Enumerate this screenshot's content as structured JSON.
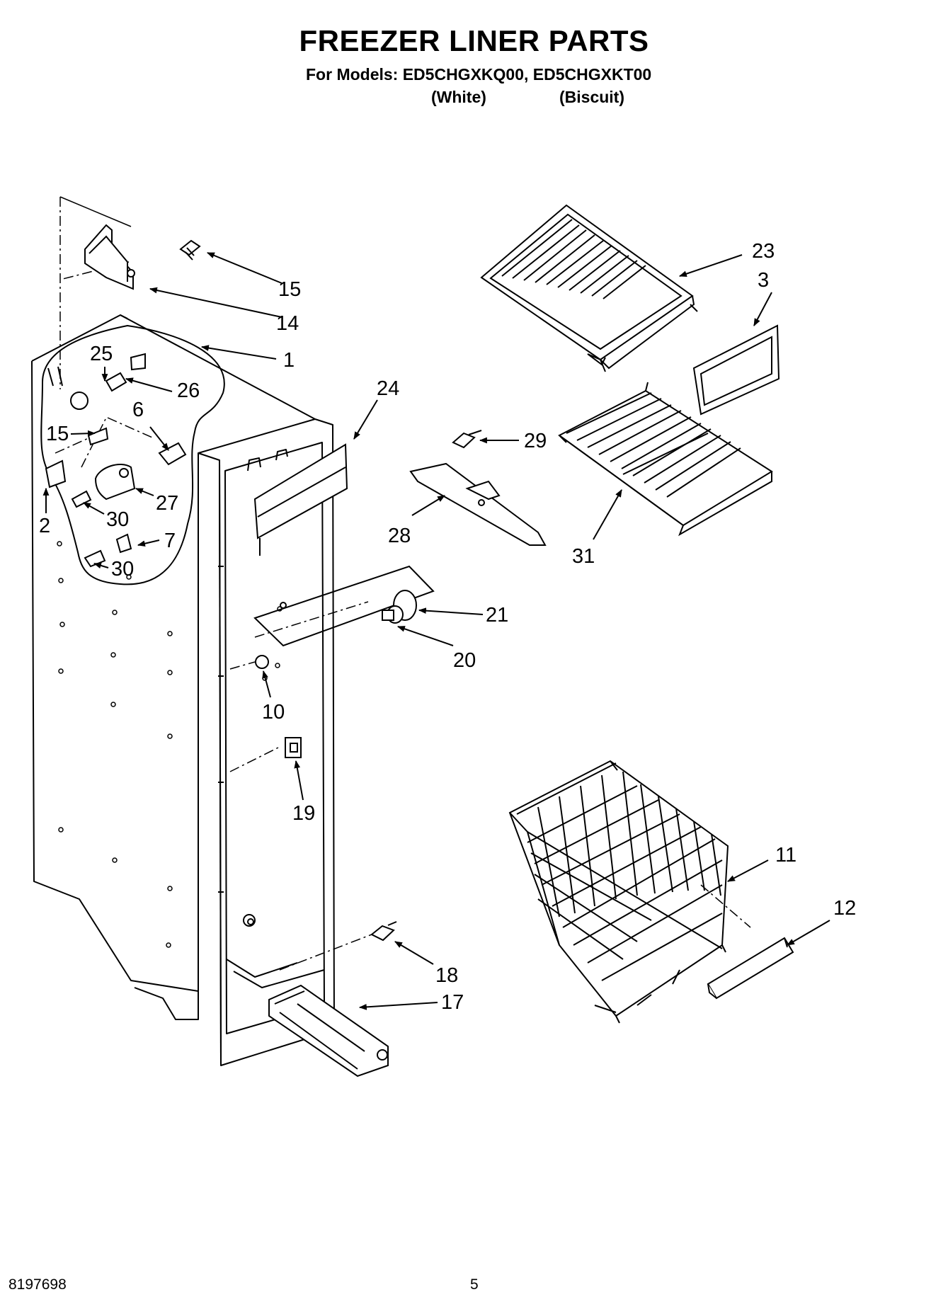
{
  "header": {
    "title": "FREEZER LINER PARTS",
    "models_line": "For Models: ED5CHGXKQ00, ED5CHGXKT00",
    "variant_white": "(White)",
    "variant_biscuit": "(Biscuit)"
  },
  "footer": {
    "doc_number": "8197698",
    "page_number": "5"
  },
  "callouts": [
    "15",
    "14",
    "1",
    "25",
    "26",
    "6",
    "15",
    "2",
    "27",
    "30",
    "7",
    "30",
    "24",
    "23",
    "3",
    "29",
    "28",
    "31",
    "21",
    "20",
    "10",
    "19",
    "11",
    "12",
    "18",
    "17"
  ]
}
